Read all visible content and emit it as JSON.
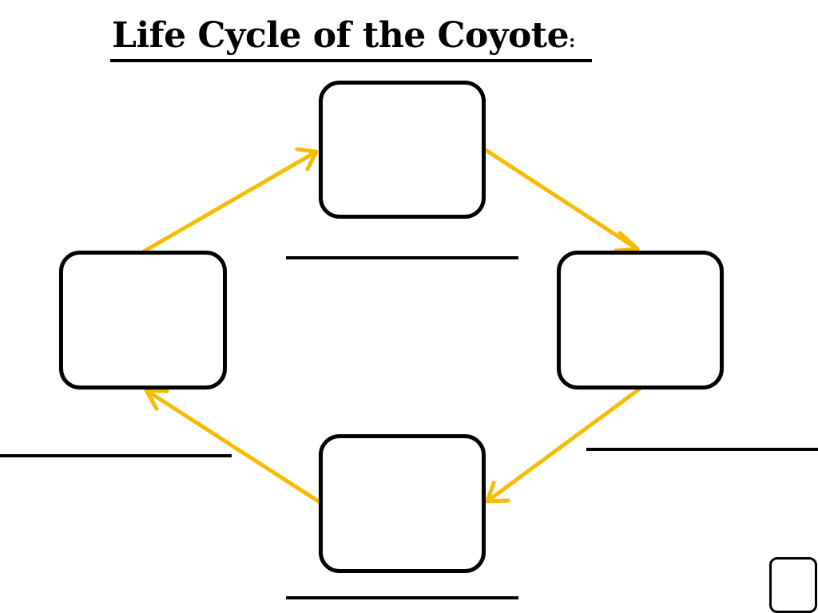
{
  "title": {
    "text": "Life Cycle of the Coyote",
    "colon": ":"
  },
  "colors": {
    "arrow": "#f5bc00",
    "outline": "#000000",
    "background": "#ffffff"
  },
  "stages": [
    {
      "id": "top",
      "label": ""
    },
    {
      "id": "right",
      "label": ""
    },
    {
      "id": "bottom",
      "label": ""
    },
    {
      "id": "left",
      "label": ""
    }
  ],
  "cycle_order": [
    "top",
    "right",
    "bottom",
    "left",
    "top"
  ]
}
